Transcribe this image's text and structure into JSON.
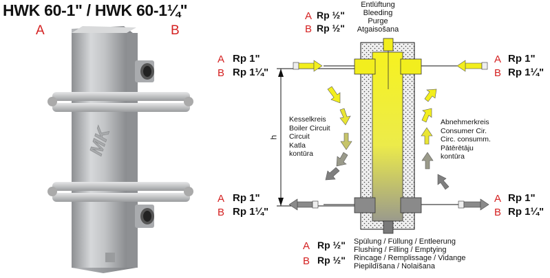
{
  "title": "HWK 60-1\" / HWK 60-1¼\"",
  "variant_a": "A",
  "variant_b": "B",
  "product_logo": "MK",
  "vent": {
    "label_lines": [
      "Entlüftung",
      "Bleeding",
      "Purge",
      "Atgaisošana"
    ],
    "a_size": "Rp ½\"",
    "b_size": "Rp ½\""
  },
  "ports": {
    "top_left": {
      "a": "Rp 1\"",
      "b": "Rp 1¼\""
    },
    "top_right": {
      "a": "Rp 1\"",
      "b": "Rp 1¼\""
    },
    "bottom_left": {
      "a": "Rp 1\"",
      "b": "Rp 1¼\""
    },
    "bottom_right": {
      "a": "Rp 1\"",
      "b": "Rp 1¼\""
    }
  },
  "dimension_label": "h",
  "boiler_circuit_lines": [
    "Kesselkreis",
    "Boiler Circuit",
    "Circuit",
    "Katla",
    "kontūra"
  ],
  "consumer_circuit_lines": [
    "Abnehmerkreis",
    "Consumer Cir.",
    "Circ. consumm.",
    "Pātērētāju",
    "kontūra"
  ],
  "drain": {
    "a_size": "Rp ½\"",
    "b_size": "Rp ½\"",
    "label_lines": [
      "Spülung / Füllung / Entleerung",
      "Flushing / Filling / Emptying",
      "Rincage / Remplissage / Vidange",
      "Piepildīšana / Nolaišana"
    ]
  },
  "colors": {
    "accent_red": "#d42020",
    "hot_yellow": "#f2ee1e",
    "cold_grey": "#7c7c7c"
  }
}
